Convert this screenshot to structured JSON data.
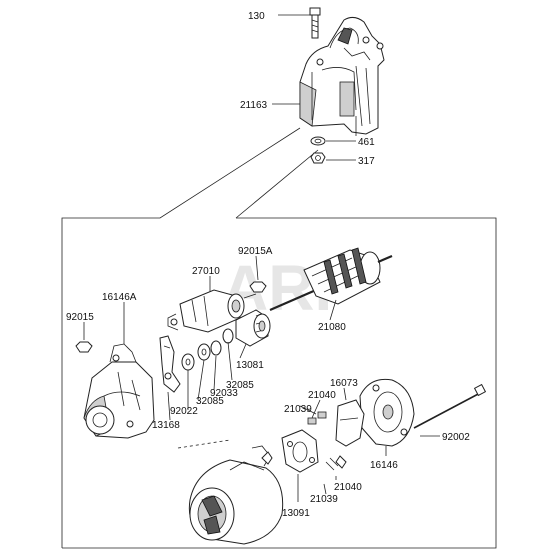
{
  "watermark": "ARI",
  "callouts": {
    "p130": "130",
    "p21163": "21163",
    "p461": "461",
    "p317": "317",
    "p92015A": "92015A",
    "p27010": "27010",
    "p16146A": "16146A",
    "p92015": "92015",
    "p21080": "21080",
    "p13081": "13081",
    "p32085a": "32085",
    "p32085b": "32085",
    "p92033": "92033",
    "p92022": "92022",
    "p13168": "13168",
    "p16073": "16073",
    "p21040a": "21040",
    "p21039a": "21039",
    "p92002": "92002",
    "p16146": "16146",
    "p21040b": "21040",
    "p21039b": "21039",
    "p13091": "13091"
  }
}
